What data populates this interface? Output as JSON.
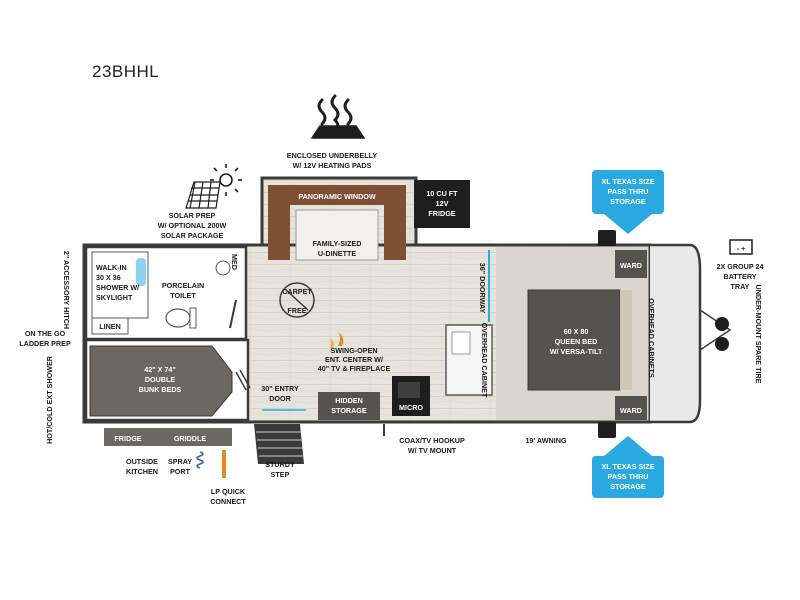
{
  "model": "23BHHL",
  "labels": {
    "underbelly": [
      "ENCLOSED UNDERBELLY",
      "W/ 12V HEATING PADS"
    ],
    "solar": [
      "SOLAR PREP",
      "W/ OPTIONAL 200W",
      "SOLAR PACKAGE"
    ],
    "panoramic": "PANORAMIC WINDOW",
    "dinette": [
      "FAMILY-SIZED",
      "U-DINETTE"
    ],
    "fridge_12v": [
      "10 CU FT",
      "12V",
      "FRIDGE"
    ],
    "xl_storage_top": [
      "XL TEXAS SIZE",
      "PASS THRU",
      "STORAGE"
    ],
    "xl_storage_bottom": [
      "XL TEXAS SIZE",
      "PASS THRU",
      "STORAGE"
    ],
    "battery": [
      "2X GROUP 24",
      "BATTERY",
      "TRAY"
    ],
    "spare_tire": "UNDER-MOUNT SPARE TIRE",
    "accessory_hitch": "2\" ACCESSORY HITCH",
    "ladder": [
      "ON THE GO",
      "LADDER PREP"
    ],
    "ext_shower": "HOT/COLD EXT SHOWER",
    "shower": [
      "WALK-IN",
      "30 X 36",
      "SHOWER W/",
      "SKYLIGHT"
    ],
    "toilet": [
      "PORCELAIN",
      "TOILET"
    ],
    "med": "MED",
    "linen": "LINEN",
    "carpet_free": [
      "CARPET",
      "FREE"
    ],
    "doorway": "36\" DOORWAY",
    "overhead_cabinet": "OVERHEAD CABINET",
    "queen_bed": [
      "60 X 80",
      "QUEEN BED",
      "W/ VERSA-TILT"
    ],
    "overhead_cabinets": "OVERHEAD CABINETS",
    "ward_top": "WARD",
    "ward_bottom": "WARD",
    "bunk_beds": [
      "42\" X 74\"",
      "DOUBLE",
      "BUNK BEDS"
    ],
    "ent_center": [
      "SWING-OPEN",
      "ENT. CENTER W/",
      "40\" TV & FIREPLACE"
    ],
    "entry_door": [
      "30\" ENTRY",
      "DOOR"
    ],
    "hidden_storage": [
      "HIDDEN",
      "STORAGE"
    ],
    "micro": "MICRO",
    "fridge_out": "FRIDGE",
    "griddle": "GRIDDLE",
    "outside_kitchen": [
      "OUTSIDE",
      "KITCHEN"
    ],
    "spray_port": [
      "SPRAY",
      "PORT"
    ],
    "lp_quick": [
      "LP QUICK",
      "CONNECT"
    ],
    "sturdy_step": [
      "STURDY",
      "STEP"
    ],
    "coax": [
      "COAX/TV HOOKUP",
      "W/ TV MOUNT"
    ],
    "awning": "19' AWNING"
  },
  "colors": {
    "wall": "#3a3a3a",
    "floor": "#e3e0da",
    "bed": "#55534f",
    "couch": "#8a5a3c",
    "dark": "#1e1e1e",
    "storage_blue": "#2aa9e0",
    "accent_orange": "#e58a1c"
  },
  "icons": [
    "heat-icon",
    "solar-panel-icon",
    "sun-icon",
    "battery-icon",
    "tire-icon",
    "carpet-free-icon",
    "stairs-icon",
    "fireplace-icon",
    "hose-icon"
  ]
}
